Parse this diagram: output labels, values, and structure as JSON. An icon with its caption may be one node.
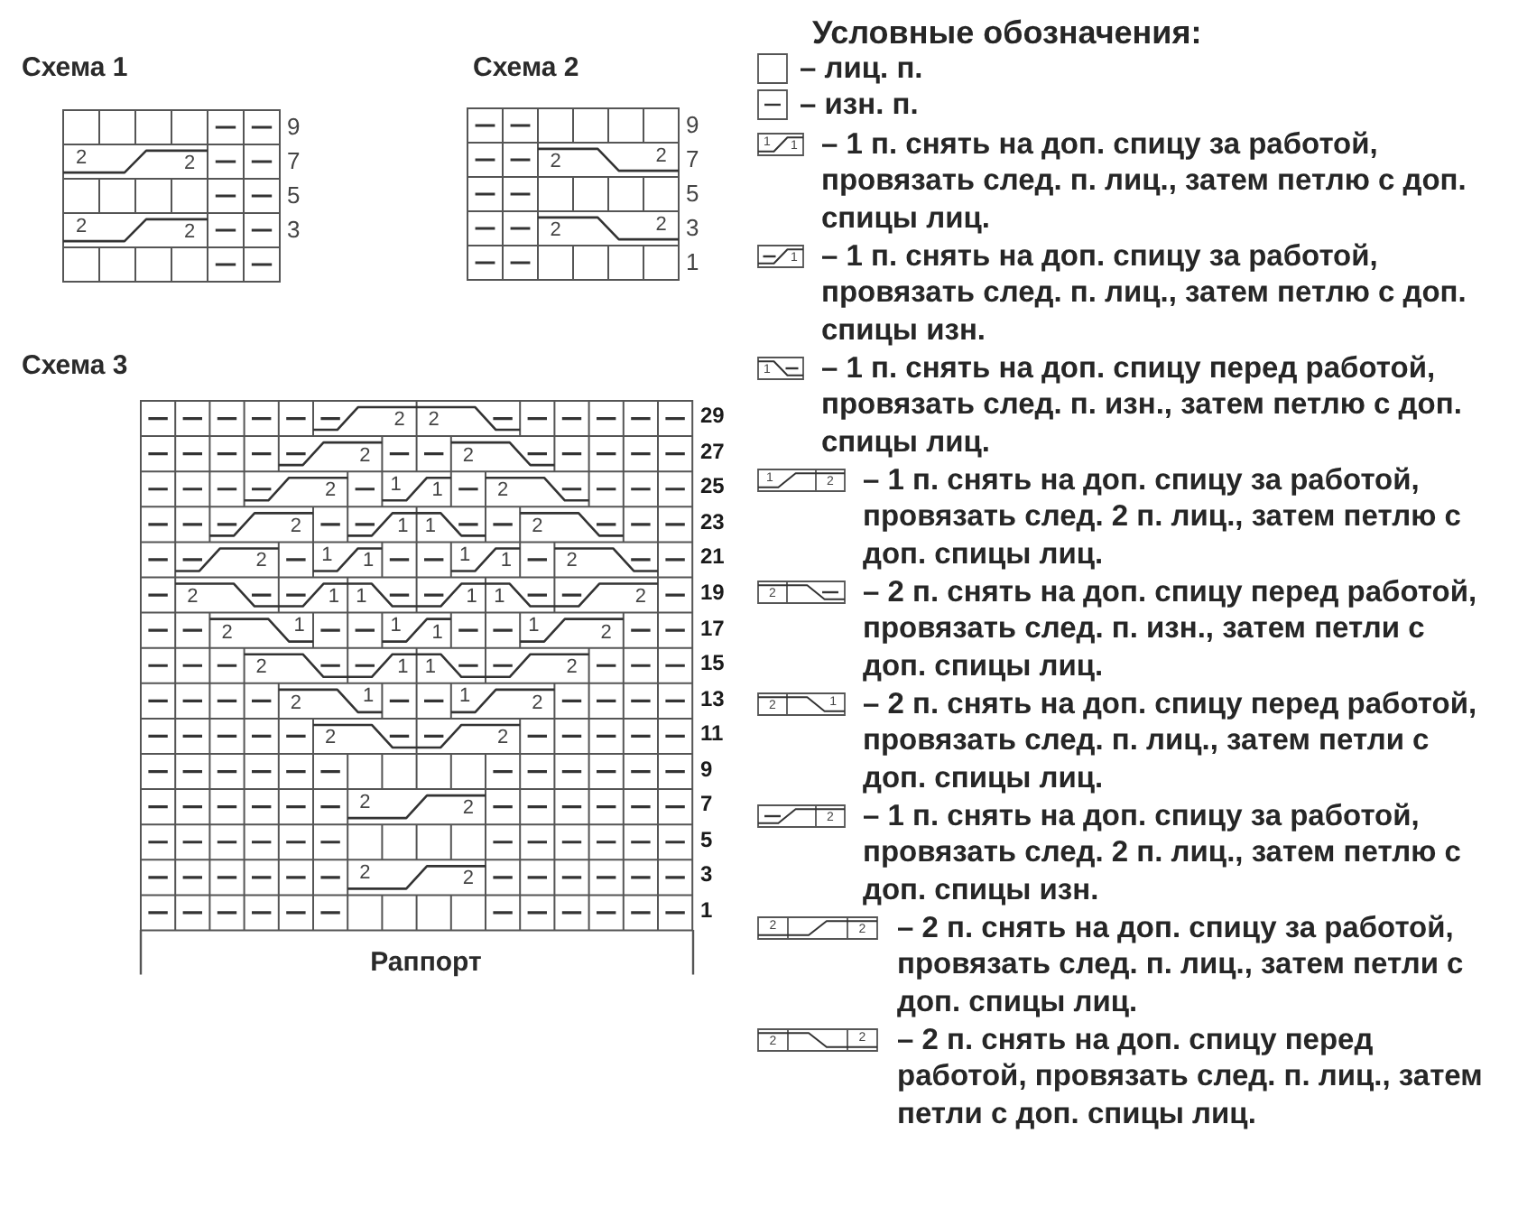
{
  "diagram": {
    "labels": [
      "Схема 1",
      "9",
      "2",
      "2",
      "7",
      "5",
      "2",
      "2",
      "3",
      "Схема 2",
      "9",
      "2",
      "2",
      "7",
      "5",
      "2",
      "2",
      "3",
      "1",
      "Схема 3",
      "2",
      "2",
      "29",
      "2",
      "2",
      "27",
      "2",
      "1",
      "1",
      "2",
      "25",
      "2",
      "1",
      "1",
      "2",
      "23",
      "2",
      "1",
      "1",
      "1",
      "1",
      "2",
      "21",
      "2",
      "1",
      "1",
      "1",
      "1",
      "2",
      "19",
      "2",
      "1",
      "1",
      "1",
      "1",
      "2",
      "17",
      "2",
      "1",
      "1",
      "2",
      "15",
      "2",
      "1",
      "1",
      "2",
      "13",
      "2",
      "2",
      "11",
      "9",
      "2",
      "2",
      "7",
      "5",
      "2",
      "2",
      "3",
      "1",
      "Раппорт",
      "Условные обозначения:",
      "1",
      "1",
      "1",
      "1",
      "1",
      "2",
      "2",
      "2",
      "1",
      "2",
      "2",
      "2",
      "2",
      "2"
    ],
    "legend": [
      {
        "text": "– лиц. п."
      },
      {
        "text": "– изн. п."
      },
      {
        "text": "– 1 п. снять на доп. спицу за работой, провязать след. п. лиц., затем петлю с доп. спицы лиц."
      },
      {
        "text": "– 1 п. снять на доп. спицу за работой, провязать след. п. лиц., затем петлю с доп. спицы изн."
      },
      {
        "text": "– 1 п. снять на доп. спицу перед работой, провязать след. п. изн., затем петлю с доп. спицы лиц."
      },
      {
        "text": "– 1 п. снять на доп. спицу за работой, провязать след. 2 п. лиц., затем петлю с доп. спицы лиц."
      },
      {
        "text": "– 2 п. снять на доп. спицу перед работой, провязать след. п. изн., затем петли с доп. спицы лиц."
      },
      {
        "text": "– 2 п. снять на доп. спицу перед работой, провязать след. п. лиц., затем петли с доп. спицы лиц."
      },
      {
        "text": "– 1 п. снять на доп. спицу за работой, провязать след. 2 п. лиц., затем петлю с доп. спицы изн."
      },
      {
        "text": "– 2 п. снять на доп. спицу за работой, провязать след. п. лиц., затем петли с доп. спицы лиц."
      },
      {
        "text": "– 2 п. снять на доп. спицу перед работой, провязать след. п. лиц., затем петли с доп. спицы лиц."
      }
    ]
  }
}
